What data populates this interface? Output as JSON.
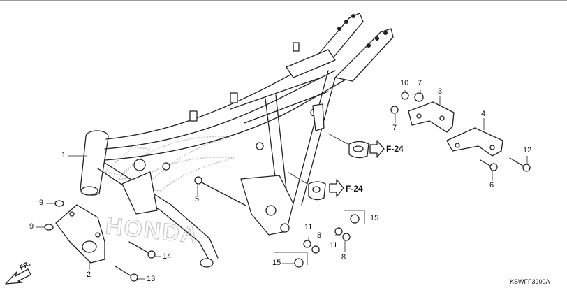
{
  "diagram": {
    "callouts": {
      "c1": "1",
      "c2": "2",
      "c3": "3",
      "c4": "4",
      "c5": "5",
      "c6": "6",
      "c7a": "7",
      "c7b": "7",
      "c8a": "8",
      "c8b": "8",
      "c9a": "9",
      "c9b": "9",
      "c10": "10",
      "c11a": "11",
      "c11b": "11",
      "c12": "12",
      "c13": "13",
      "c14": "14",
      "c15a": "15",
      "c15b": "15"
    },
    "references": {
      "upper": "F-24",
      "lower": "F-24"
    },
    "direction_label": "FR.",
    "watermark_text": "HONDA",
    "diagram_code": "KSWFF3900A"
  }
}
